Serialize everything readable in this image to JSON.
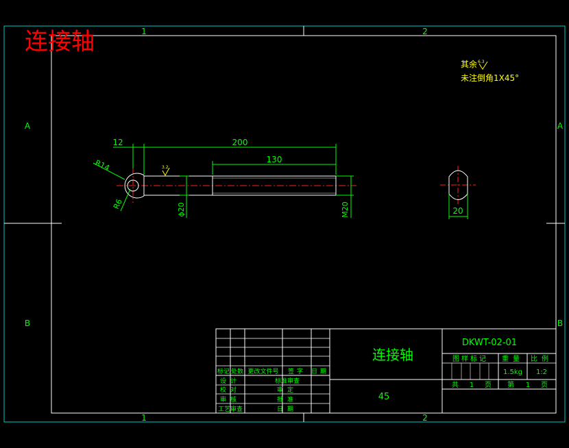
{
  "header": {
    "title": "连接轴"
  },
  "border": {
    "col_labels": [
      "1",
      "2"
    ],
    "row_labels": [
      "A",
      "B"
    ]
  },
  "notes": {
    "line1": "其余",
    "line1_symbol": "6.3",
    "line2": "未注倒角1X45°"
  },
  "dimensions": {
    "d12": "12",
    "d200": "200",
    "d130": "130",
    "r14": "R14",
    "r6": "R6",
    "phi20": "ϕ20",
    "m20": "M20",
    "w20": "20",
    "rough": "3.2"
  },
  "title_block": {
    "part_name": "连接轴",
    "material": "45",
    "drawing_no": "DKWT-02-01",
    "col_stage_mark": "图样标记",
    "col_weight": "重量",
    "col_scale": "比例",
    "weight": "1.5kg",
    "scale": "1:2",
    "total_label": "共",
    "total_pages": "1",
    "page_label1": "页",
    "sheet_label": "第",
    "sheet_no": "1",
    "page_label2": "页",
    "rev_headers": [
      "标记",
      "处数",
      "更改文件号",
      "签字",
      "日期"
    ],
    "sign_labels": [
      "设计",
      "校对",
      "审核",
      "工艺审查"
    ],
    "sign_labels2": [
      "标准审查",
      "审定",
      "批准",
      "日期"
    ]
  },
  "colors": {
    "frame": "#00c8c8",
    "lines": "#ffffff",
    "text": "#00ff00",
    "center": "#ff2020",
    "dim": "#00ff00",
    "title_red": "#ff0000",
    "notes": "#ffff00"
  }
}
